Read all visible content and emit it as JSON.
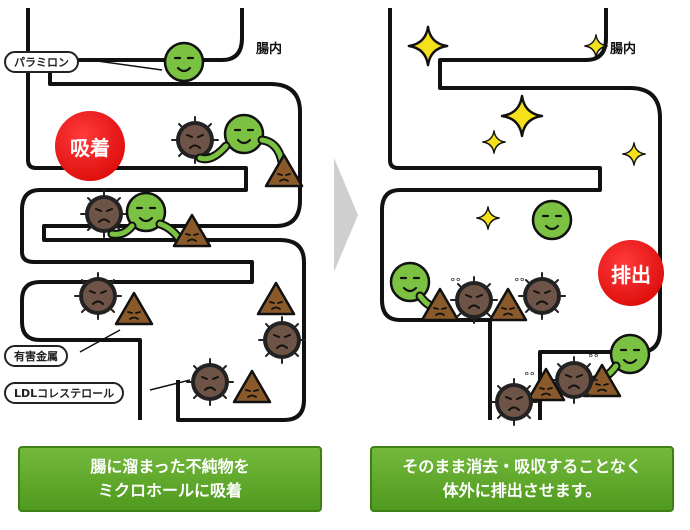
{
  "left_panel": {
    "intestine_label": "腸内",
    "callouts": {
      "paramylon": "パラミロン",
      "heavy_metal": "有害金属",
      "ldl": "LDLコレステロール"
    },
    "badge": "吸着",
    "banner_line1": "腸に溜まった不純物を",
    "banner_line2": "ミクロホールに吸着"
  },
  "right_panel": {
    "intestine_label": "腸内",
    "badge": "排出",
    "banner_line1": "そのまま消去・吸収することなく",
    "banner_line2": "体外に排出させます。"
  },
  "colors": {
    "arrow": "#cfcfcf",
    "paramylon_green": "#7cc242",
    "metal_brown": "#6e5446",
    "ldl_brown": "#8a5a2b",
    "sparkle_yellow": "#f5e11b",
    "badge_red": "#e60000",
    "banner_green": "#5fa82a"
  }
}
